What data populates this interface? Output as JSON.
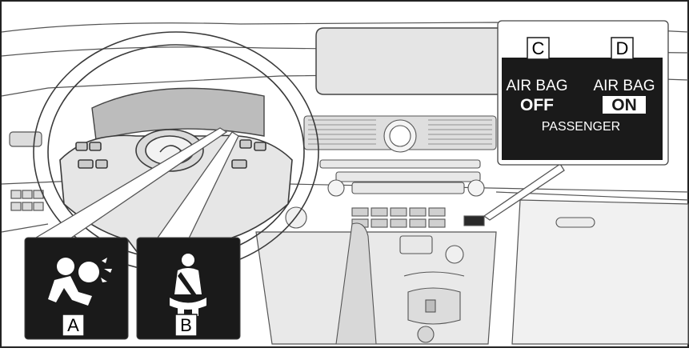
{
  "indicators": {
    "a": {
      "letter": "A",
      "icon": "airbag-warning-icon"
    },
    "b": {
      "letter": "B",
      "icon": "seatbelt-reminder-icon"
    }
  },
  "passenger_airbag_panel": {
    "c_letter": "C",
    "d_letter": "D",
    "off_label_top": "AIR BAG",
    "off_label_state": "OFF",
    "on_label_top": "AIR BAG",
    "on_label_state": "ON",
    "footer": "PASSENGER"
  },
  "colors": {
    "line": "#4a4a4a",
    "fill_light": "#e6e6e6",
    "fill_mid": "#cfcfcf",
    "panel_dark": "#1a1a1a",
    "white": "#ffffff"
  }
}
